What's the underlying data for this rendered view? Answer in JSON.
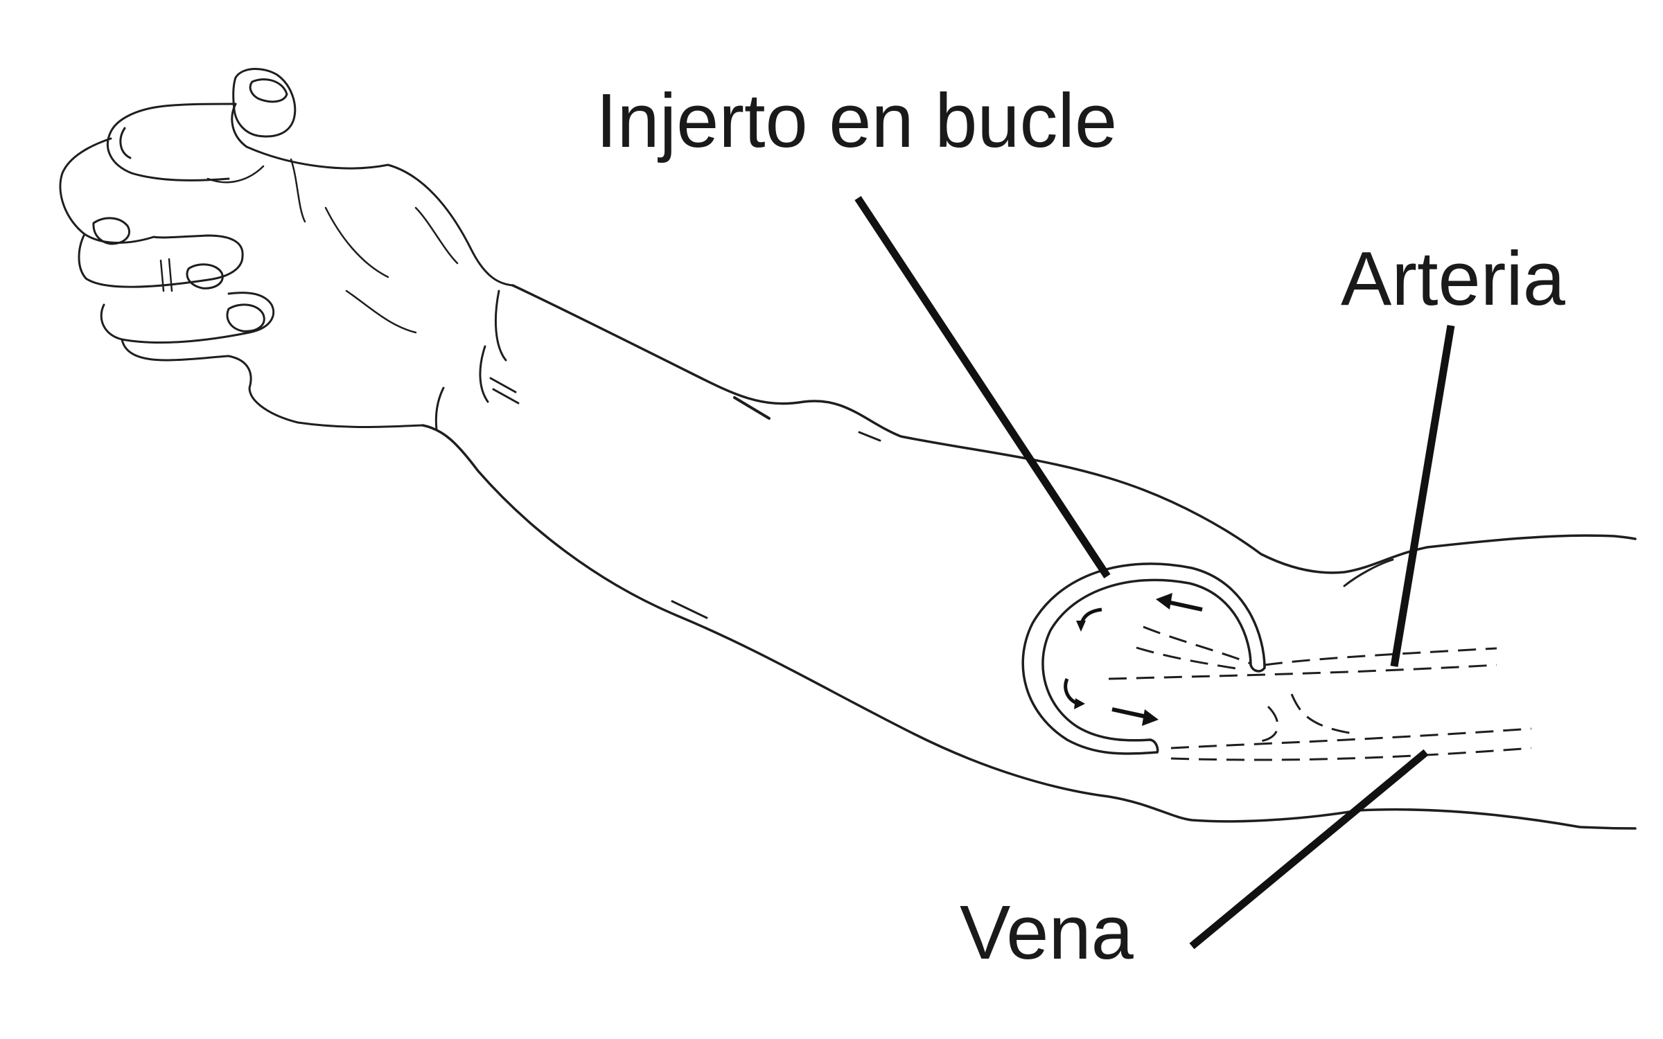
{
  "labels": {
    "loop_graft": "Injerto en bucle",
    "artery": "Arteria",
    "vein": "Vena"
  },
  "colors": {
    "ink": "#1e1e1e",
    "background": "#ffffff"
  }
}
